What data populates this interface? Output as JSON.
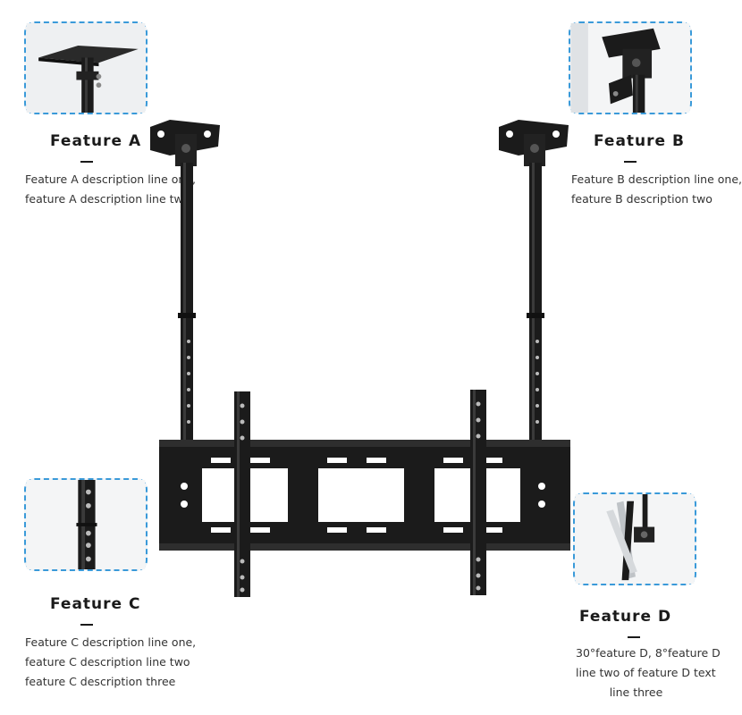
{
  "colors": {
    "accent_border": "#3a9ad9",
    "metal": "#1b1b1b",
    "metal_highlight": "#3a3a3a",
    "text": "#1a1a1a"
  },
  "features": {
    "top_left": {
      "title": "Feature A",
      "desc_lines": [
        "Feature A description line one,",
        "feature A description line two"
      ]
    },
    "top_right": {
      "title": "Feature B",
      "desc_lines": [
        "Feature B description line one,",
        "feature B description two"
      ]
    },
    "bottom_left": {
      "title": "Feature C",
      "desc_lines": [
        "Feature C description line one,",
        "feature C description line two",
        "feature C description three"
      ]
    },
    "bottom_right": {
      "title": "Feature D",
      "desc_lines": [
        "30°feature D, 8°feature D",
        "line two of feature D text",
        "line three"
      ]
    }
  },
  "icons": {
    "ceiling_plate_thumb": "ceiling-plate-photo",
    "wall_plate_thumb": "wall-plate-photo",
    "pole_holes_thumb": "pole-holes-photo",
    "tilt_thumb": "tilt-angle-photo",
    "main_product": "ceiling-tv-mount"
  }
}
